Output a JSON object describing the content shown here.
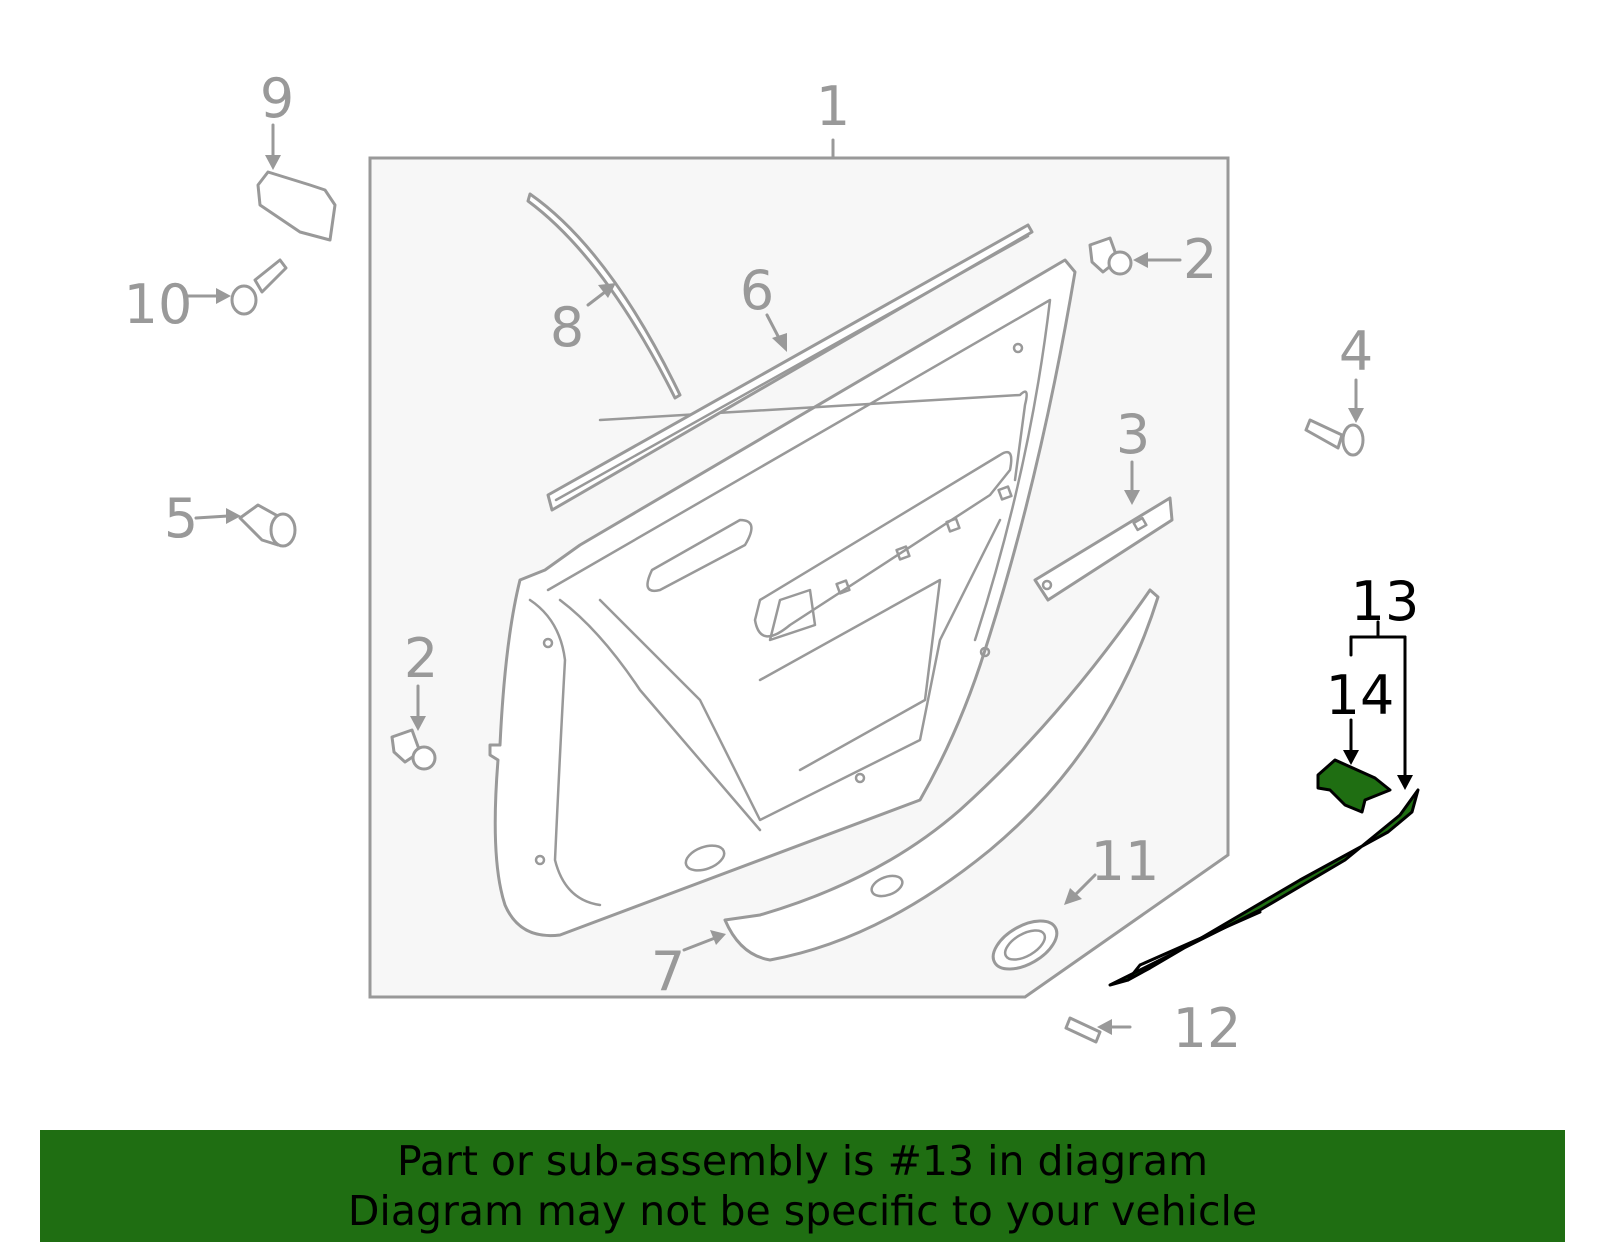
{
  "callouts": {
    "c1": "1",
    "c2a": "2",
    "c2b": "2",
    "c3": "3",
    "c4": "4",
    "c5": "5",
    "c6": "6",
    "c7": "7",
    "c8": "8",
    "c9": "9",
    "c10": "10",
    "c11": "11",
    "c12": "12",
    "c13": "13",
    "c14": "14"
  },
  "highlighted_part": "13",
  "colors": {
    "highlight": "#1f6e12",
    "line": "#999999",
    "panel_fill": "#f7f7f7",
    "highlight_label": "#000000"
  },
  "banner": {
    "line1": "Part or sub-assembly is #13 in diagram",
    "line2": "Diagram may not be specific to your vehicle"
  }
}
